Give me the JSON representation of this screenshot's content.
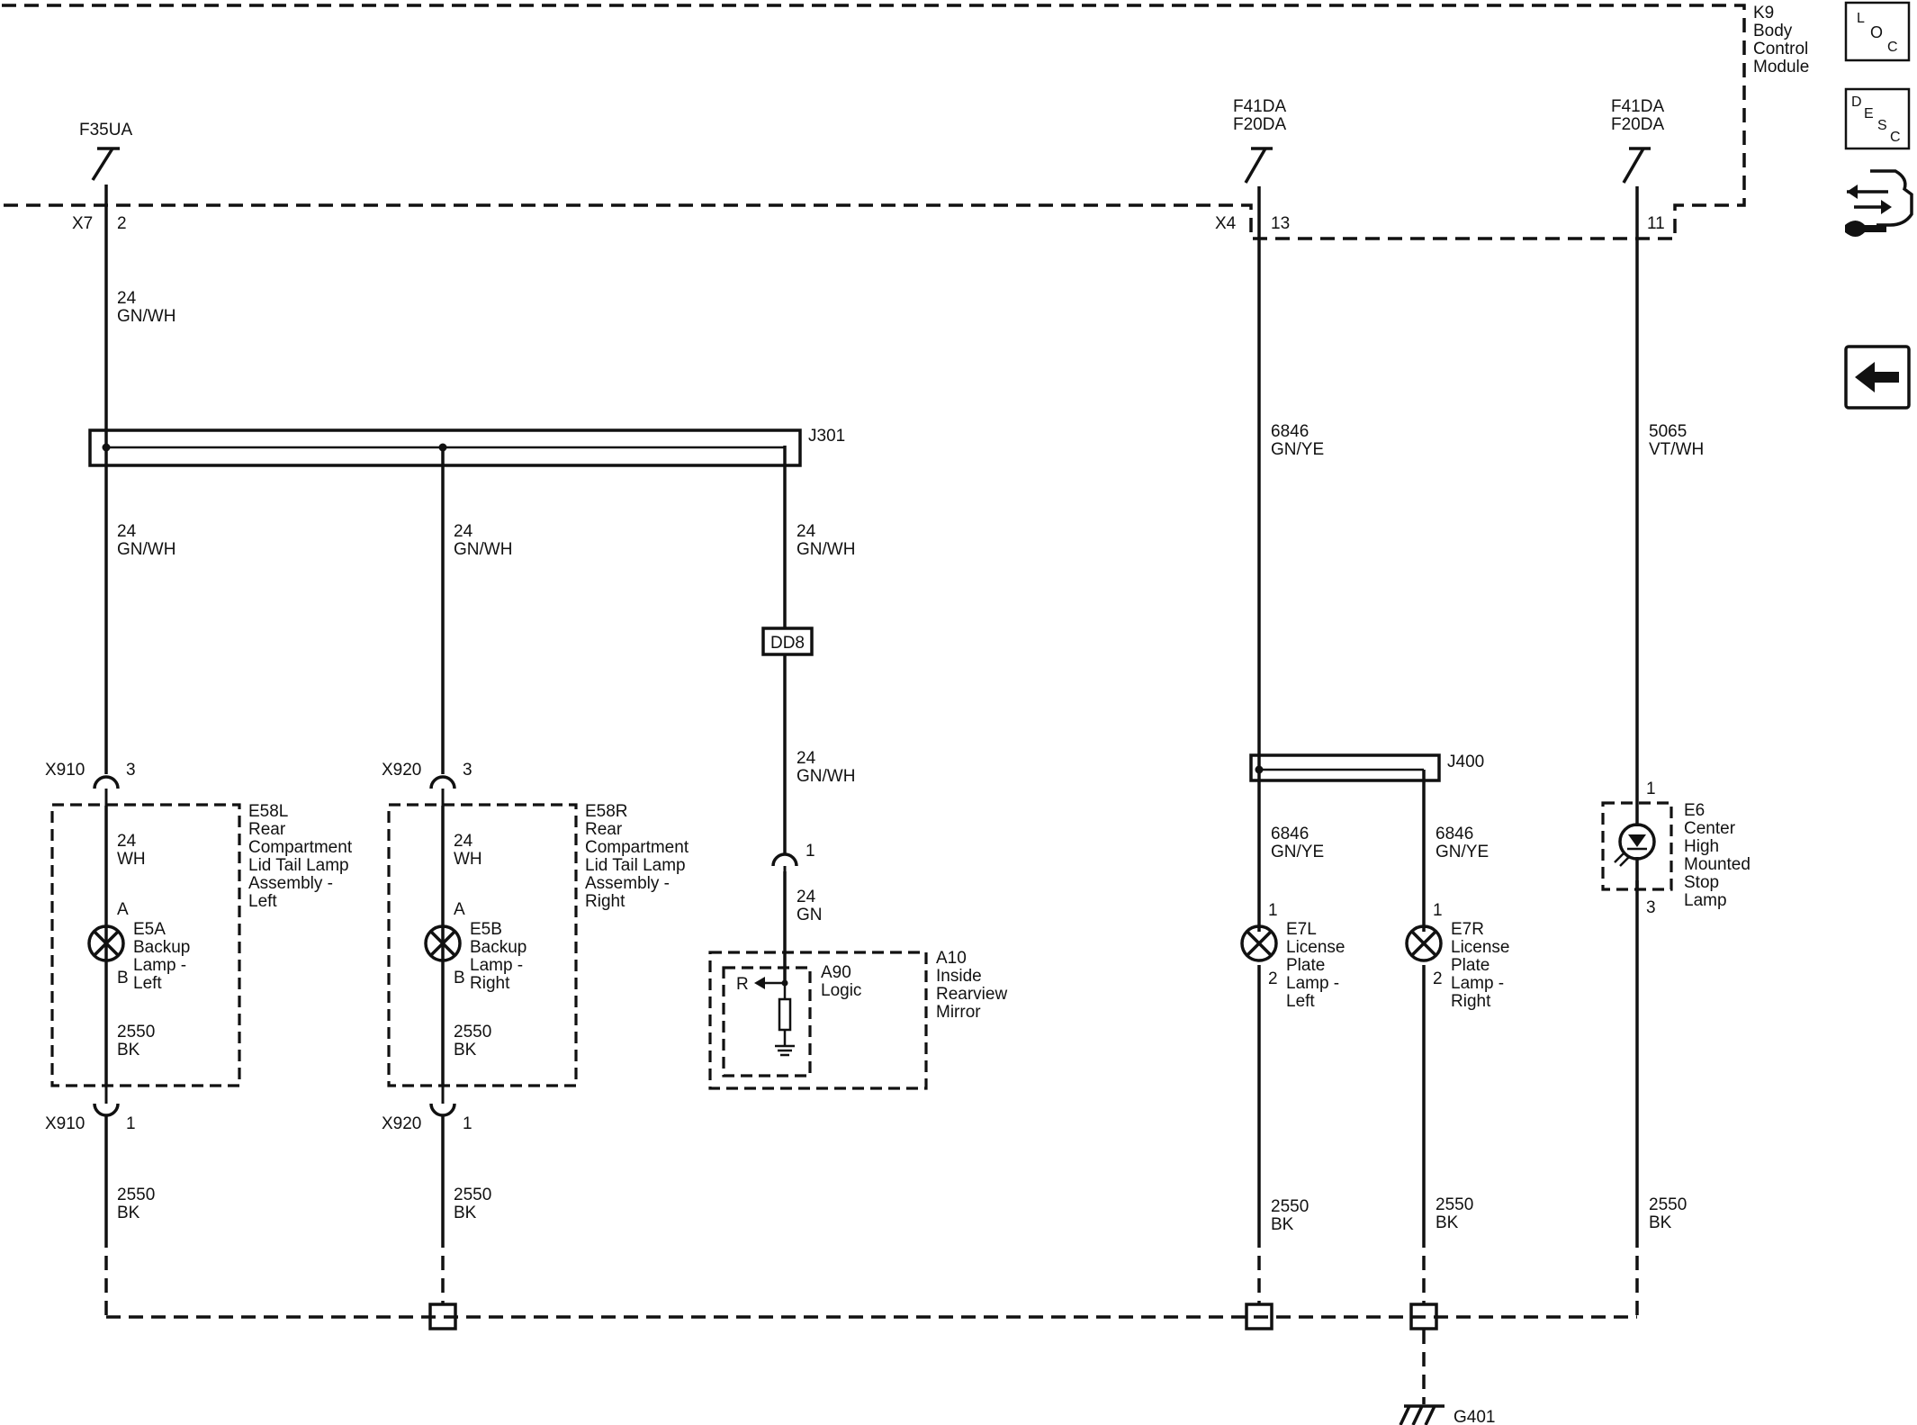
{
  "module": {
    "name": "K9",
    "desc": "Body\nControl\nModule"
  },
  "bcm_outputs": [
    {
      "id": "f35ua",
      "circuit": "F35UA",
      "connector": "X7",
      "pin": "2"
    },
    {
      "id": "x4-13",
      "circuit": "F41DA\nF20DA",
      "connector": "X4",
      "pin": "13"
    },
    {
      "id": "x4-11",
      "circuit": "F41DA\nF20DA",
      "connector": "",
      "pin": "11"
    }
  ],
  "wires": {
    "w24_top": "24\nGN/WH",
    "w24_a": "24\nGN/WH",
    "w24_b": "24\nGN/WH",
    "w24_c": "24\nGN/WH",
    "w24_d": "24\nGN/WH",
    "w6846_top": "6846\nGN/YE",
    "w5065": "5065\nVT/WH",
    "w24wh_l": "24\nWH",
    "w24wh_r": "24\nWH",
    "w24gn": "24\nGN",
    "w6846_l": "6846\nGN/YE",
    "w6846_r": "6846\nGN/YE",
    "w2550_il": "2550\nBK",
    "w2550_ir": "2550\nBK",
    "w2550_1": "2550\nBK",
    "w2550_2": "2550\nBK",
    "w2550_3": "2550\nBK",
    "w2550_4": "2550\nBK",
    "w2550_5": "2550\nBK"
  },
  "splices": {
    "j301": "J301",
    "j400": "J400"
  },
  "inline_connector": "DD8",
  "connectors": [
    {
      "id": "x910-3",
      "name": "X910",
      "pin": "3"
    },
    {
      "id": "x920-3",
      "name": "X920",
      "pin": "3"
    },
    {
      "id": "x910-1",
      "name": "X910",
      "pin": "1"
    },
    {
      "id": "x920-1",
      "name": "X920",
      "pin": "1"
    },
    {
      "id": "a10-1",
      "name": "",
      "pin": "1"
    }
  ],
  "components": {
    "e58l": "E58L\nRear\nCompartment\nLid Tail Lamp\nAssembly -\nLeft",
    "e58r": "E58R\nRear\nCompartment\nLid Tail Lamp\nAssembly -\nRight",
    "e5a": "E5A\nBackup\nLamp -\nLeft",
    "e5b": "E5B\nBackup\nLamp -\nRight",
    "a10": "A10\nInside\nRearview\nMirror",
    "a90": "A90\nLogic",
    "e7l": "E7L\nLicense\nPlate\nLamp -\nLeft",
    "e7r": "E7R\nLicense\nPlate\nLamp -\nRight",
    "e6": "E6\nCenter\nHigh\nMounted\nStop\nLamp",
    "ground": "G401"
  },
  "pins": {
    "e5a_a": "A",
    "e5a_b": "B",
    "e5b_a": "A",
    "e5b_b": "B",
    "e7l_1": "1",
    "e7l_2": "2",
    "e7r_1": "1",
    "e7r_2": "2",
    "e6_1": "1",
    "e6_3": "3",
    "a90_r": "R"
  },
  "sidebar": {
    "loc": {
      "l": "L",
      "o": "O",
      "c": "C"
    },
    "desc": {
      "d": "D",
      "e": "E",
      "s": "S",
      "c": "C"
    }
  }
}
